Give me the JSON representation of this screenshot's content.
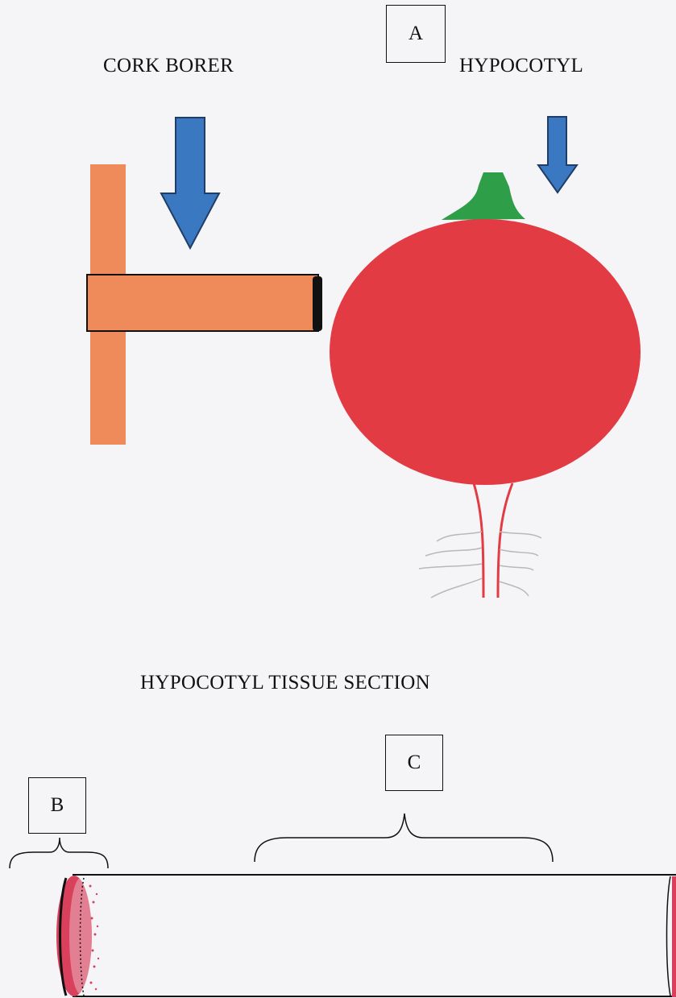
{
  "labels": {
    "box_a": "A",
    "cork_borer": "CORK BORER",
    "hypocotyl": "HYPOCOTYL",
    "tissue_section": "HYPOCOTYL TISSUE SECTION",
    "box_b": "B",
    "box_c": "C"
  },
  "colors": {
    "borer": "#ef8a5a",
    "arrow": "#3a78c2",
    "radish": "#e23b43",
    "leaves": "#2e9e48",
    "root_hair": "#b8b8b8",
    "skin": "#d9405c"
  },
  "icons": [
    "down-arrow-icon",
    "radish-icon",
    "cork-borer-icon"
  ]
}
